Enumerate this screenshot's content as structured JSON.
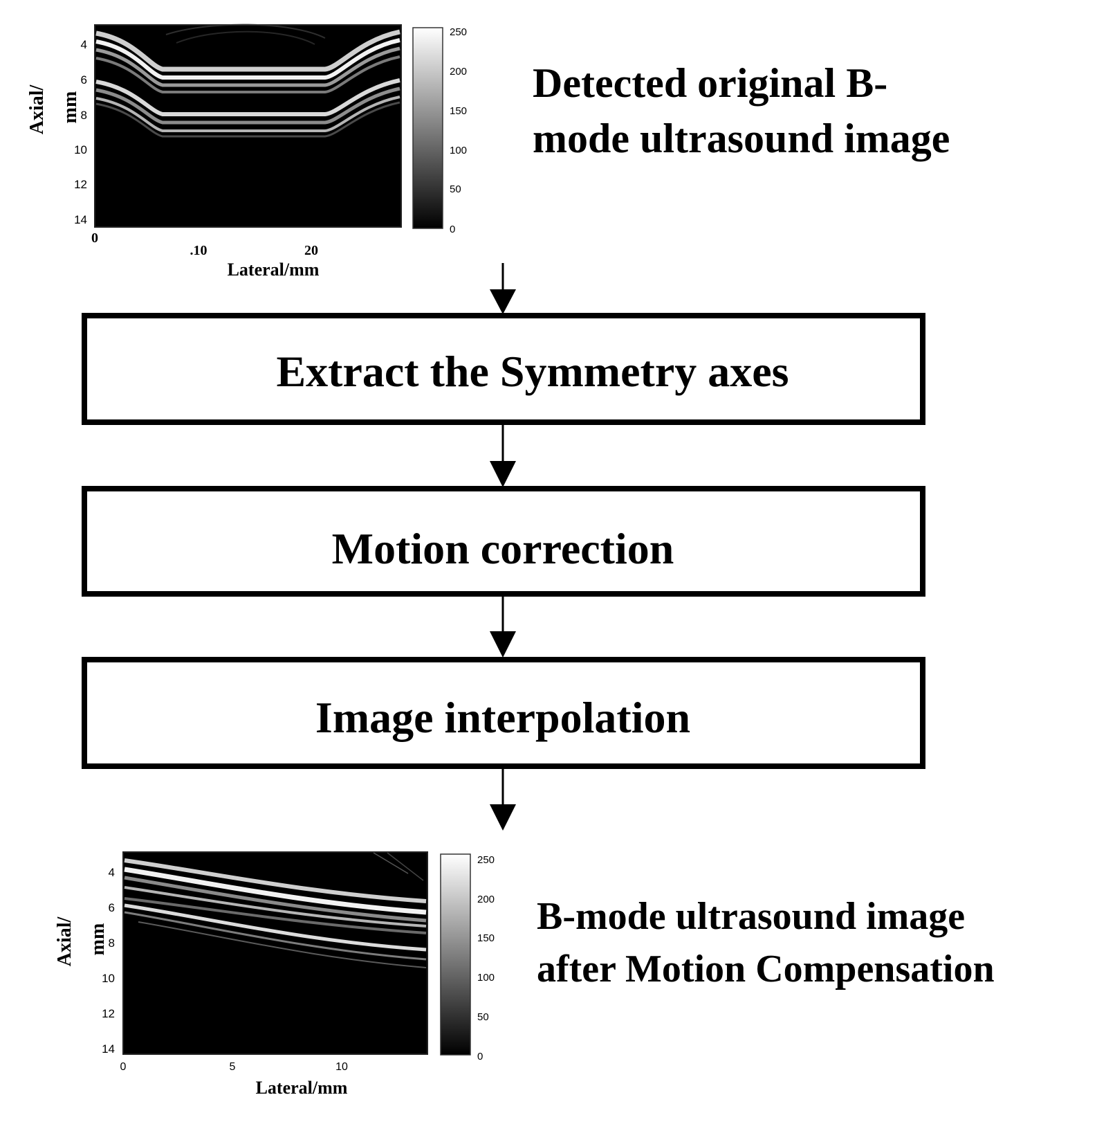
{
  "top_panel": {
    "caption_lines": [
      "Detected original B-",
      "mode ultrasound image"
    ],
    "y_label_lines": [
      "Axial/",
      "mm"
    ],
    "x_label": "Lateral/mm",
    "y_ticks": [
      "4",
      "6",
      "8",
      "10",
      "12",
      "14"
    ],
    "x_ticks": [
      "0",
      ".10",
      "20"
    ],
    "colorbar_ticks": [
      "250",
      "200",
      "150",
      "100",
      "50",
      "0"
    ]
  },
  "steps": [
    {
      "label": "Extract the Symmetry axes"
    },
    {
      "label": "Motion correction"
    },
    {
      "label": "Image interpolation"
    }
  ],
  "bottom_panel": {
    "caption_lines": [
      "B-mode ultrasound image",
      "after Motion Compensation"
    ],
    "y_label_lines": [
      "Axial/",
      "mm"
    ],
    "x_label": "Lateral/mm",
    "y_ticks": [
      "4",
      "6",
      "8",
      "10",
      "12",
      "14"
    ],
    "x_ticks": [
      "0",
      "5",
      "10"
    ],
    "colorbar_ticks": [
      "250",
      "200",
      "150",
      "100",
      "50",
      "0"
    ]
  }
}
